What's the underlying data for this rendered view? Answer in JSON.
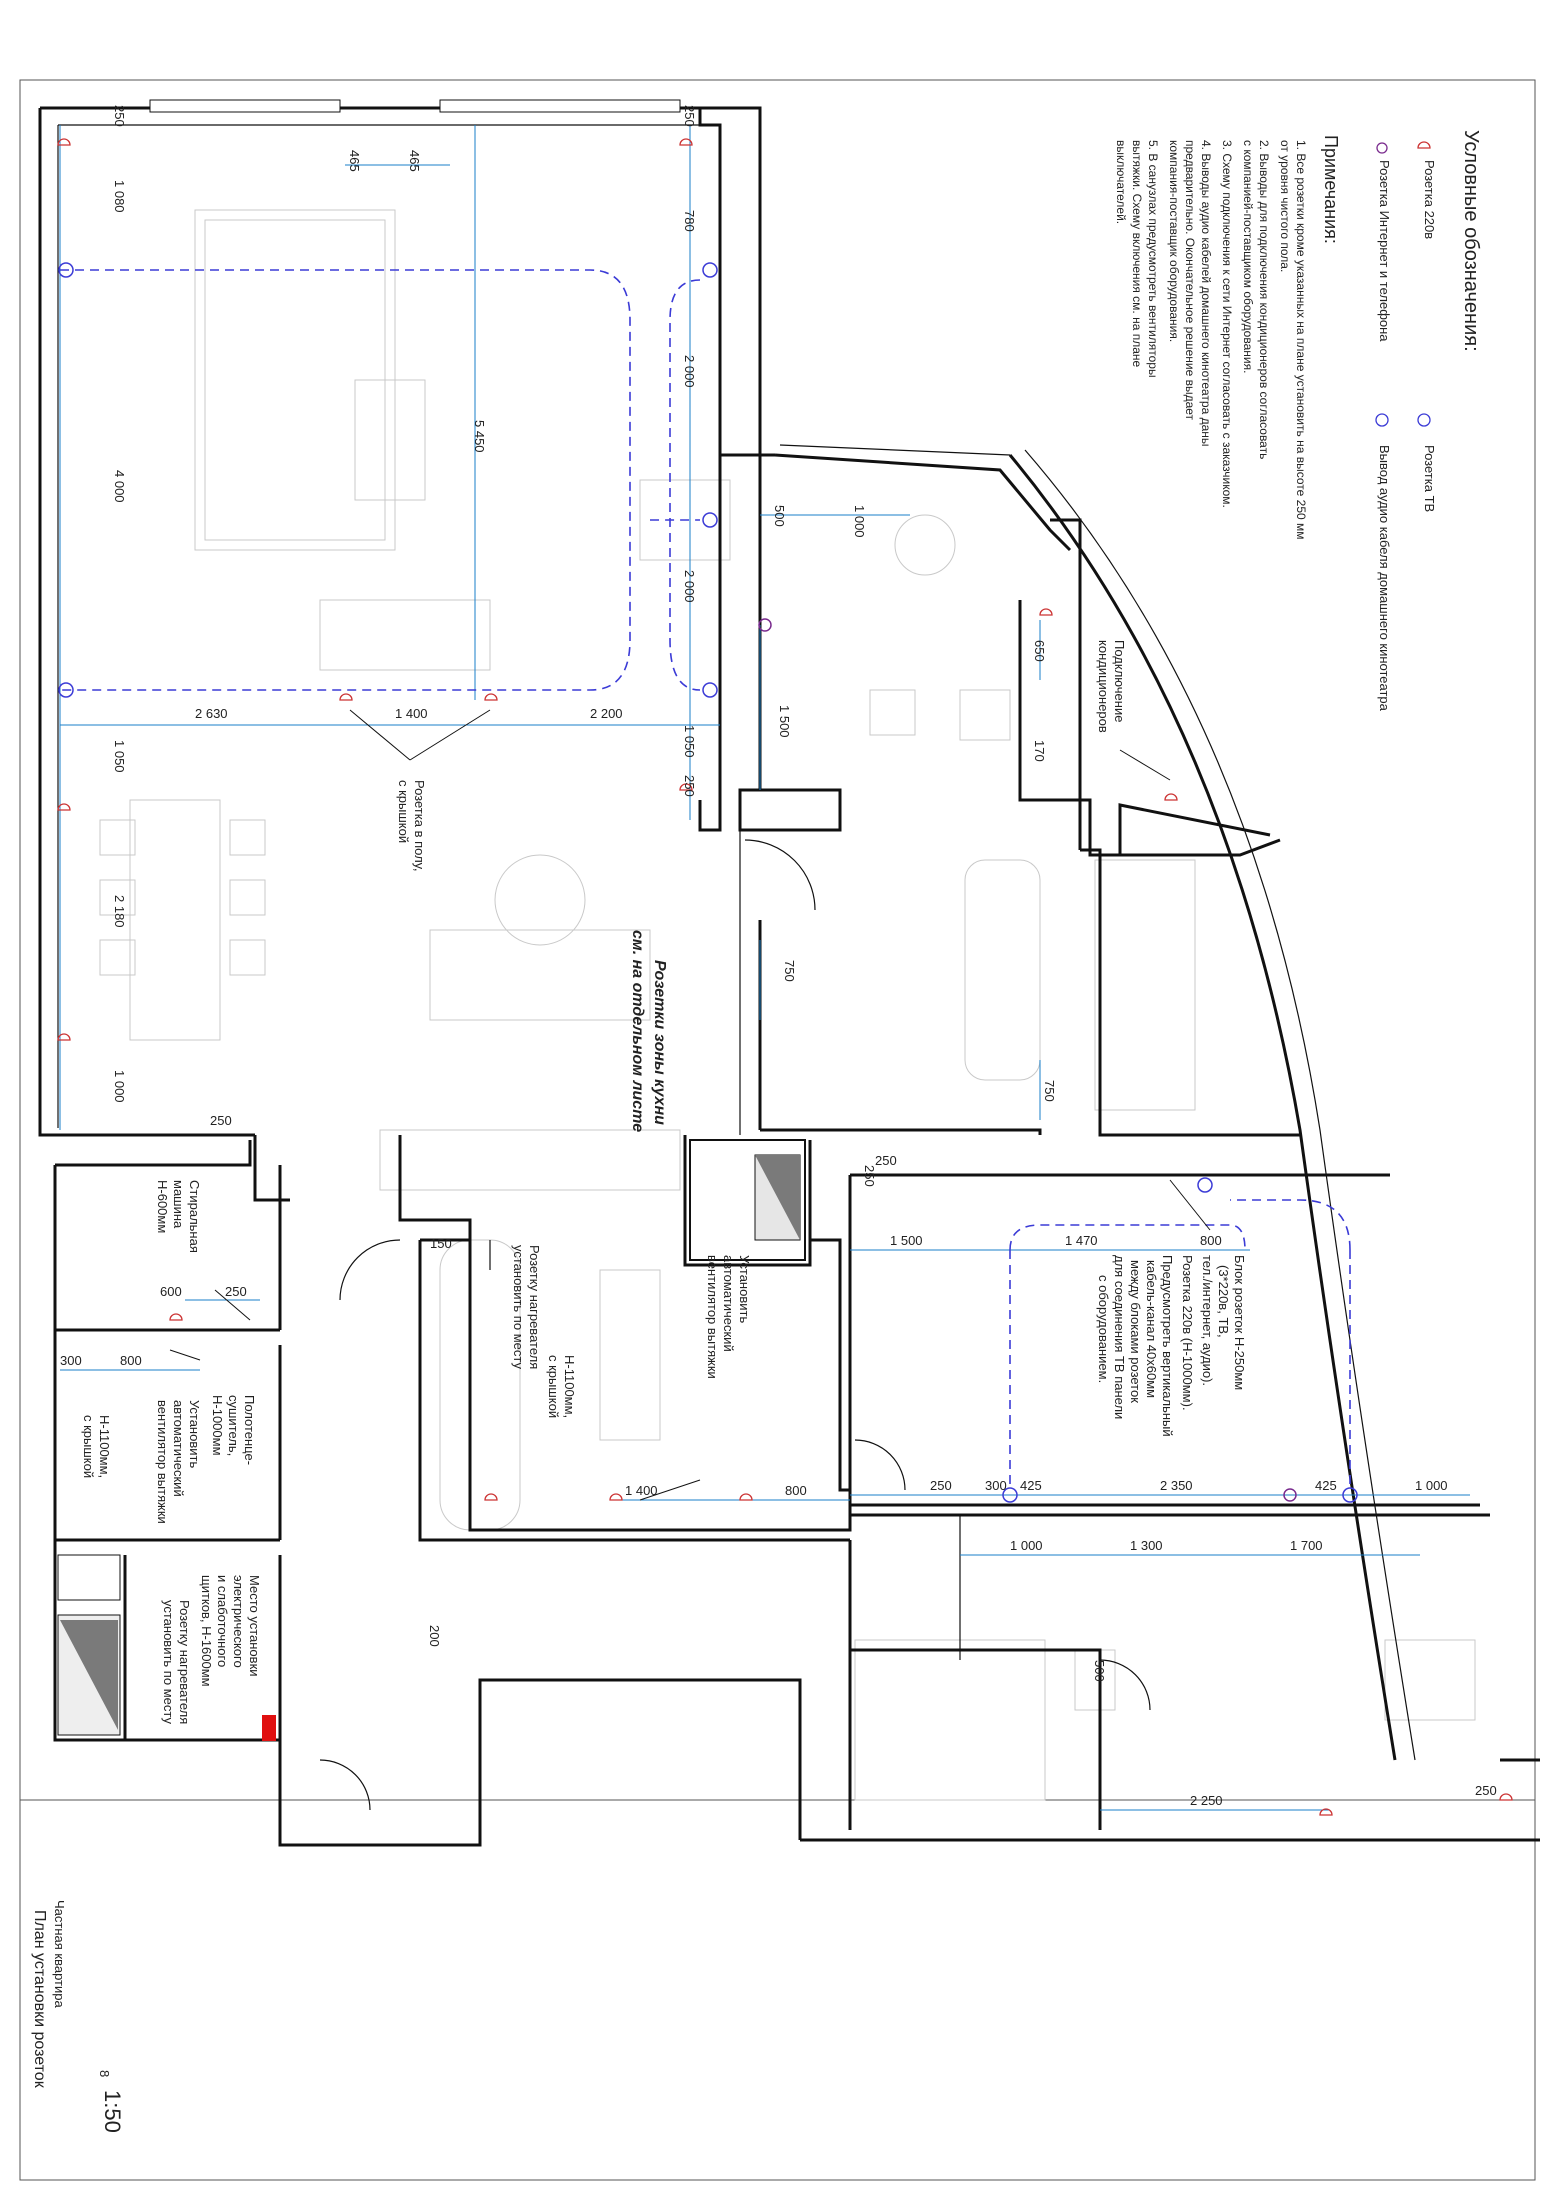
{
  "legend": {
    "title": "Условные обозначения:",
    "socket_220": "Розетка 220в",
    "socket_tv": "Розетка ТВ",
    "socket_net": "Розетка Интернет и телефона",
    "home_cinema": "Вывод аудио кабеля домашнего кинотеатра"
  },
  "notes": {
    "title": "Примечания:",
    "lines": [
      "1. Все розетки кроме указанных на плане установить на высоте 250 мм",
      "от уровня чистого пола.",
      "2. Выводы для подключения кондиционеров согласовать",
      "с компанией-поставщиком оборудования.",
      "3. Схему подключения к сети Интернет согласовать с заказчиком.",
      "4. Выводы аудио кабелей домашнего кинотеатра даны",
      "предварительно. Окончательное решение выдает",
      "компания-поставщик оборудования.",
      "5. В санузлах предусмотреть вентиляторы",
      "вытяжки. Схему включения см. на плане",
      "выключателей."
    ]
  },
  "labels": {
    "floor_socket": [
      "Розетка в полу,",
      "с крышкой"
    ],
    "kitchen_note": [
      "Розетки зоны кухни",
      "см. на отдельном листе"
    ],
    "ac": [
      "Подключение",
      "кондиционеров"
    ],
    "washer": [
      "Стиральная",
      "машина",
      "H-600мм"
    ],
    "towel": [
      "Полотенце-",
      "сушитель,",
      "H-1000мм"
    ],
    "vent_left": [
      "Установить",
      "автоматический",
      "вентилятор вытяжки"
    ],
    "h1100_left": [
      "H-1100мм,",
      "с крышкой"
    ],
    "panel": [
      "Место установки",
      "электрического",
      "и слаботочного",
      "щитков, H-1600мм"
    ],
    "heater_left": [
      "Розетку нагревателя",
      "установить по месту"
    ],
    "heater_bath": [
      "Розетку нагревателя",
      "установить по месту"
    ],
    "vent_bath": [
      "Установить",
      "автоматический",
      "вентилятор вытяжки"
    ],
    "h1100_bath": [
      "H-1100мм,",
      "с крышкой"
    ],
    "tv_block": [
      "Блок розеток H-250мм",
      "(3*220в, ТВ,",
      "тел./интернет, аудио)."
    ],
    "socket_1000": [
      "Розетка 220в (H-1000мм)."
    ],
    "cable_channel": [
      "Предусмотреть вертикальный",
      "кабель-канал 40х60мм",
      "между блоками розеток",
      "для соединения ТВ панели",
      "с оборудованием."
    ]
  },
  "dimensions": {
    "d250a": "250",
    "d1080": "1 080",
    "d4000": "4 000",
    "d1050a": "1 050",
    "d2180": "2 180",
    "d1000a": "1 000",
    "d465a": "465",
    "d465b": "465",
    "d5450": "5 450",
    "d250b": "250",
    "d780": "780",
    "d2000a": "2 000",
    "d2000b": "2 000",
    "d1050b": "1 050",
    "d250c": "250",
    "d2630": "2 630",
    "d1400a": "1 400",
    "d2200": "2 200",
    "d500a": "500",
    "d1000b": "1 000",
    "d650": "650",
    "d1500a": "1 500",
    "d170": "170",
    "d750a": "750",
    "d750b": "750",
    "d250d": "250",
    "d250e": "250",
    "d150": "150",
    "d600": "600",
    "d250f": "250",
    "d300a": "300",
    "d800a": "800",
    "d1400b": "1 400",
    "d800b": "800",
    "d250g": "250",
    "d1500b": "1 500",
    "d1470": "1 470",
    "d800c": "800",
    "d250h": "250",
    "d300b": "300",
    "d425a": "425",
    "d2350": "2 350",
    "d425b": "425",
    "d1000c": "1 000",
    "d1000d": "1 000",
    "d1300": "1 300",
    "d1700": "1 700",
    "d200": "200",
    "d500b": "500",
    "d2250": "2 250",
    "d250i": "250"
  },
  "title_block": {
    "project": "Частная квартира",
    "sheet_title": "План установки розеток",
    "sheet_no": "8",
    "scale": "1:50"
  }
}
